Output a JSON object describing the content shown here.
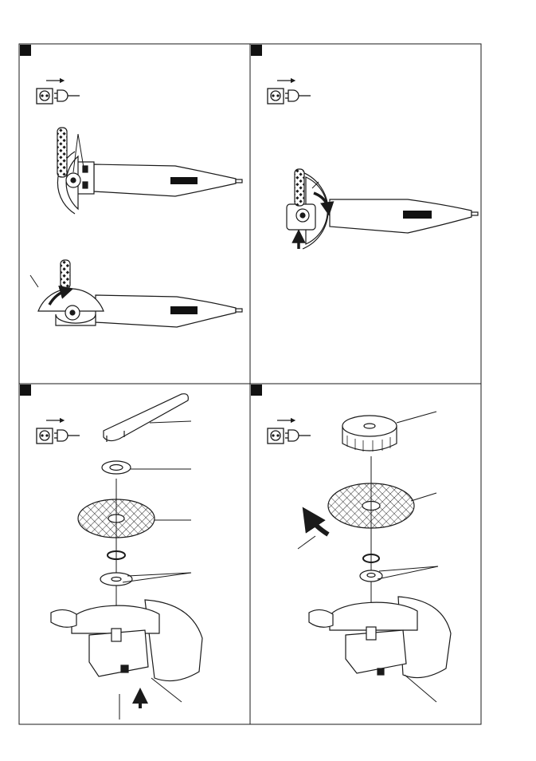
{
  "page": {
    "title": "",
    "panels": [
      {
        "id": "panel-1",
        "steps": [
          "disconnect-plug",
          "rotate-guard"
        ]
      },
      {
        "id": "panel-2",
        "steps": [
          "disconnect-plug",
          "press-spindle-lock",
          "rotate-guard"
        ]
      },
      {
        "id": "panel-3",
        "steps": [
          "disconnect-plug",
          "spanner",
          "clamping-nut",
          "grinding-disc",
          "o-ring",
          "backing-flange",
          "spindle-lock"
        ]
      },
      {
        "id": "panel-4",
        "steps": [
          "disconnect-plug",
          "quick-nut",
          "grinding-disc",
          "o-ring",
          "backing-flange",
          "rotation-direction"
        ]
      }
    ]
  },
  "colors": {
    "ink": "#1a1a1a",
    "paper": "#ffffff",
    "marker": "#111111"
  }
}
